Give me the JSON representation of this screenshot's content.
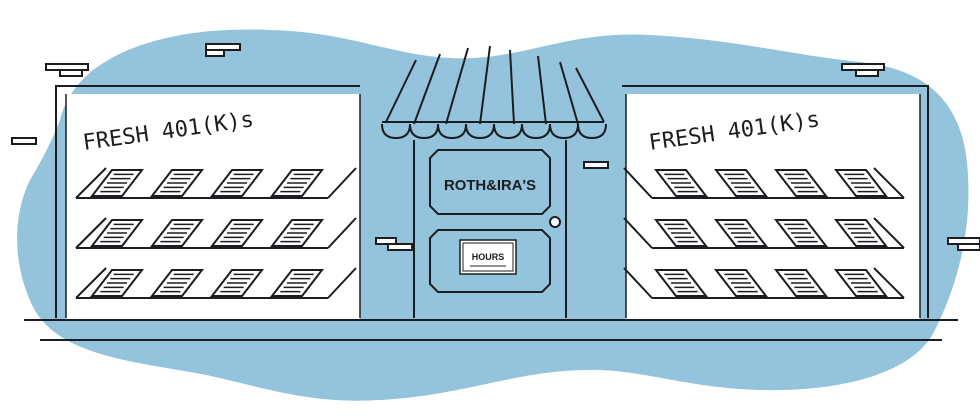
{
  "colors": {
    "blob": "#93c4dc",
    "ink": "#1b1d20",
    "paper": "#ffffff"
  },
  "left_window": {
    "sign": "FRESH 401(K)s"
  },
  "right_window": {
    "sign": "FRESH 401(K)s"
  },
  "door": {
    "store_name": "ROTH&IRA'S",
    "hours_label": "HOURS"
  },
  "icons": [
    "awning-icon",
    "door-knob-icon",
    "brick-icon",
    "document-icon"
  ]
}
